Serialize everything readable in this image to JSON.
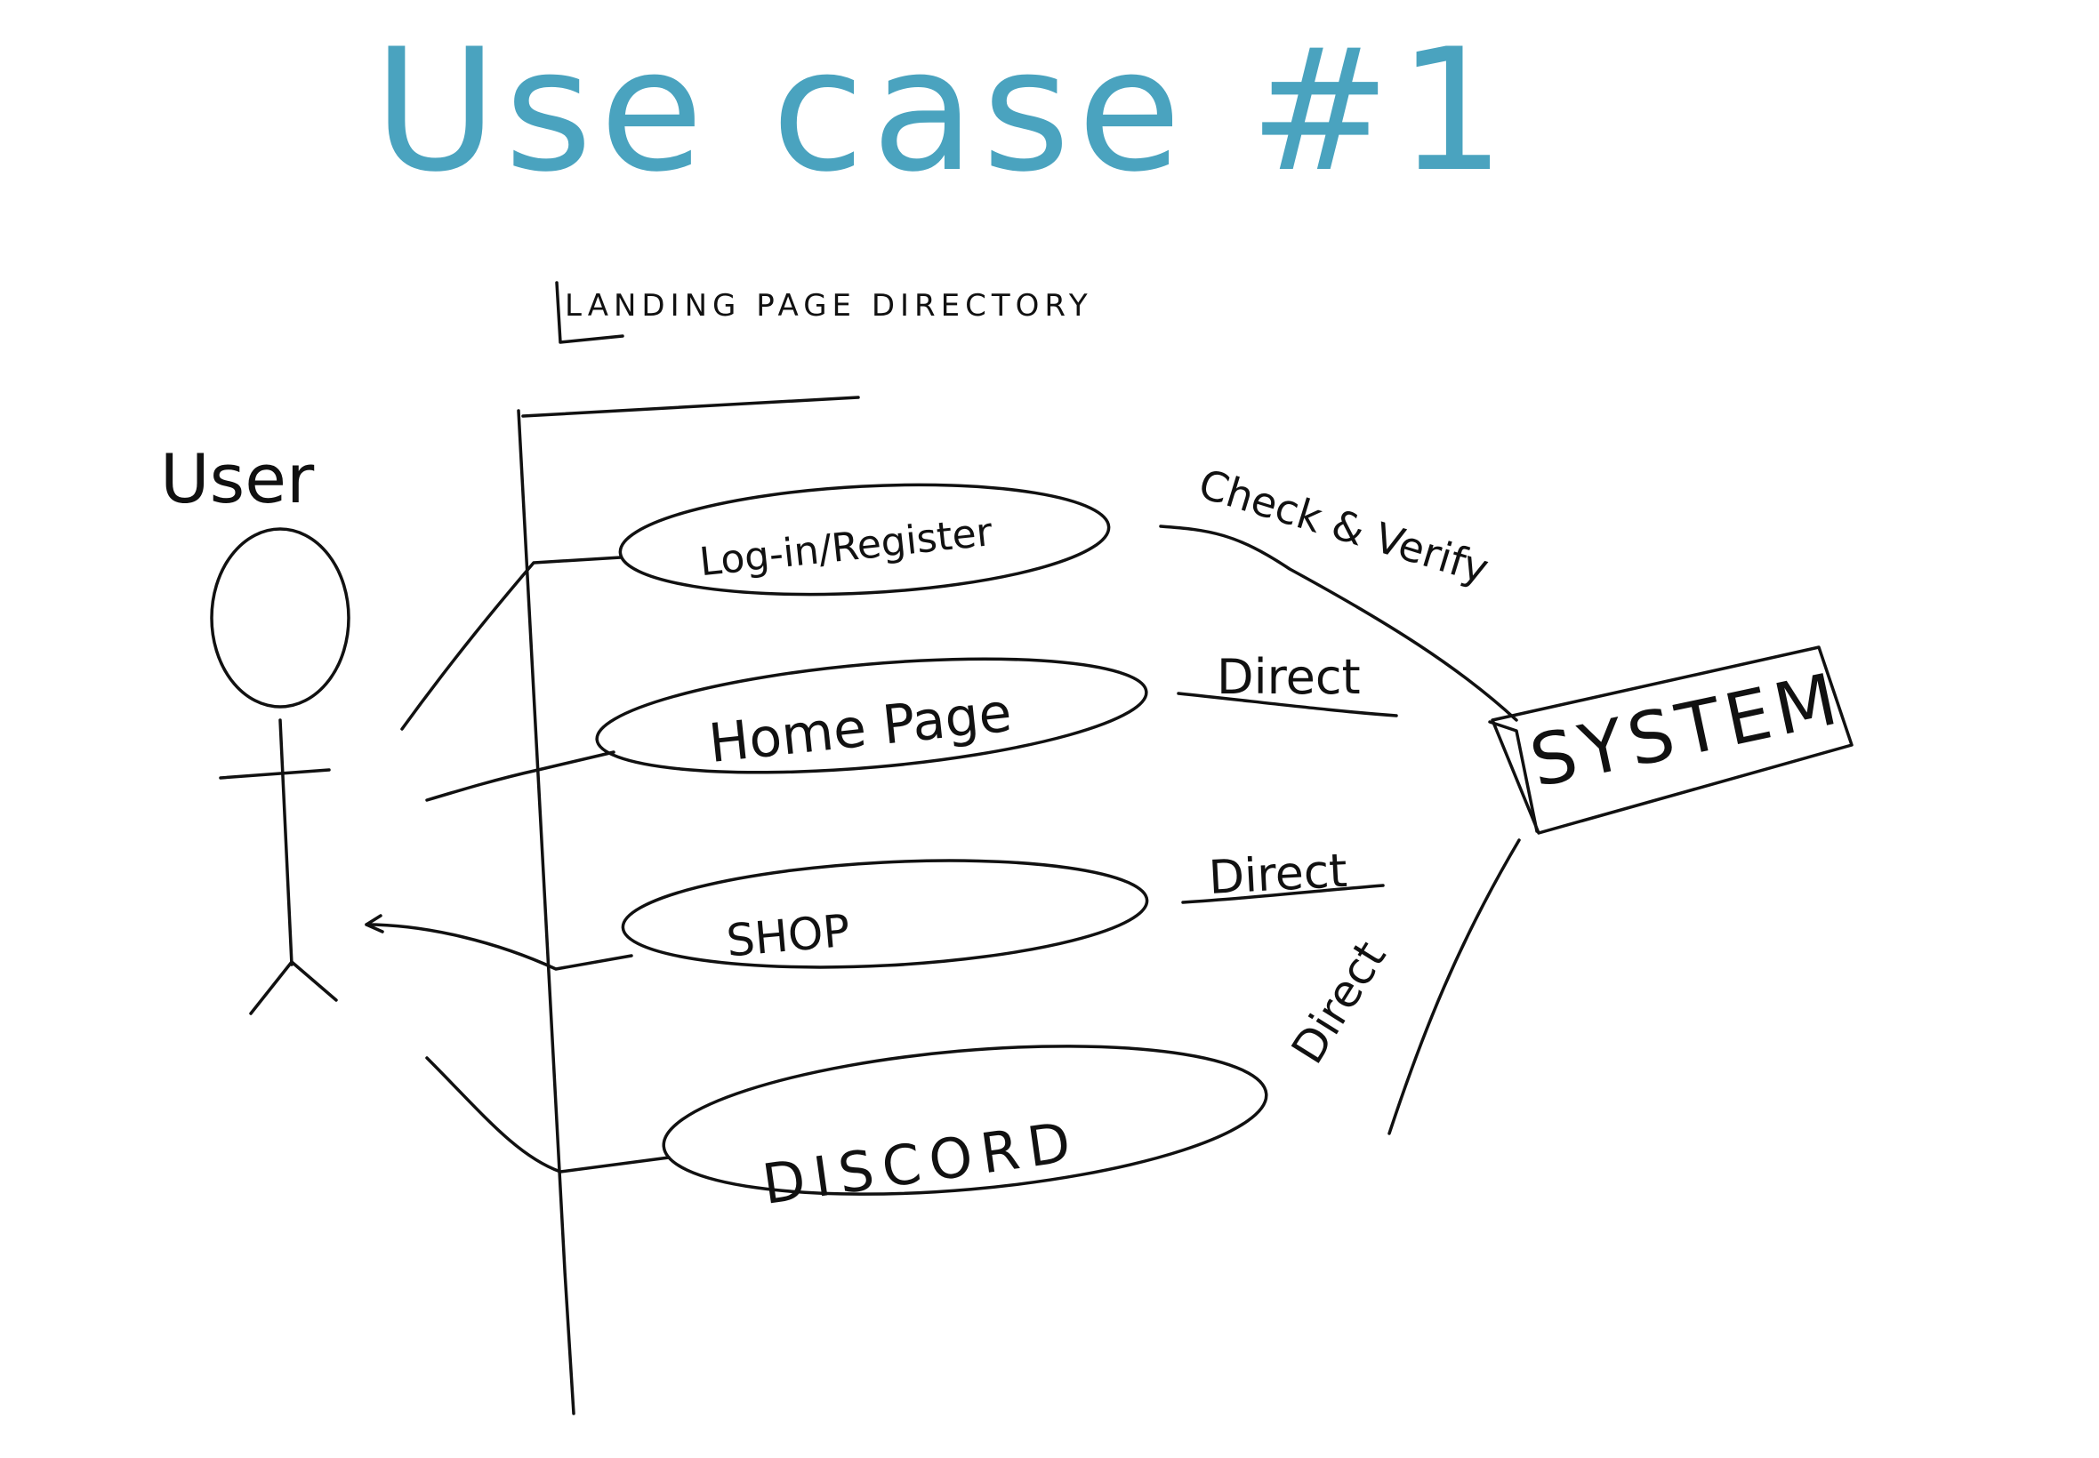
{
  "title": "Use case #1",
  "colors": {
    "title": "#4aa3bf",
    "ink": "#111111",
    "background": "#ffffff"
  },
  "boundary_label": "LANDING PAGE DIRECTORY",
  "actor": {
    "label": "User"
  },
  "use_cases": [
    {
      "label": "Log-in/Register"
    },
    {
      "label": "Home Page"
    },
    {
      "label": "SHOP"
    },
    {
      "label": "DISCORD"
    }
  ],
  "system": {
    "label": "SYSTEM"
  },
  "relations": [
    {
      "label": "Check & Verify"
    },
    {
      "label": "Direct"
    },
    {
      "label": "Direct"
    },
    {
      "label": "Direct"
    }
  ]
}
